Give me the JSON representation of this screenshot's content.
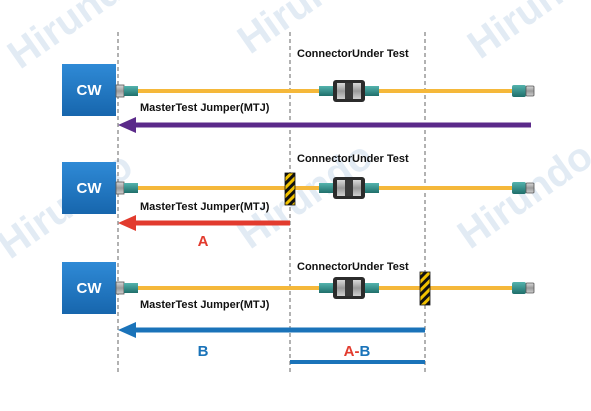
{
  "watermark": "Hirundo",
  "source_label": "CW",
  "jumper_label": "MasterTest Jumper(MTJ)",
  "connector_label": "ConnectorUnder Test",
  "colors": {
    "fiber": "#f5b83a",
    "cw_box": "#1e79c6",
    "purple_arrow": "#5b2a8a",
    "red_arrow": "#e23b2e",
    "blue_arrow": "#1a73b9",
    "connector_teal": "#2e8f8a"
  },
  "rows": [
    {
      "id": "row1",
      "arrow_color": "purple",
      "arrow_label": ""
    },
    {
      "id": "row2",
      "arrow_color": "red",
      "arrow_label": "A"
    },
    {
      "id": "row3",
      "arrow_color": "blue",
      "arrow_label": "B"
    }
  ],
  "difference": {
    "part_a": "A",
    "separator": "-",
    "part_b": "B"
  }
}
